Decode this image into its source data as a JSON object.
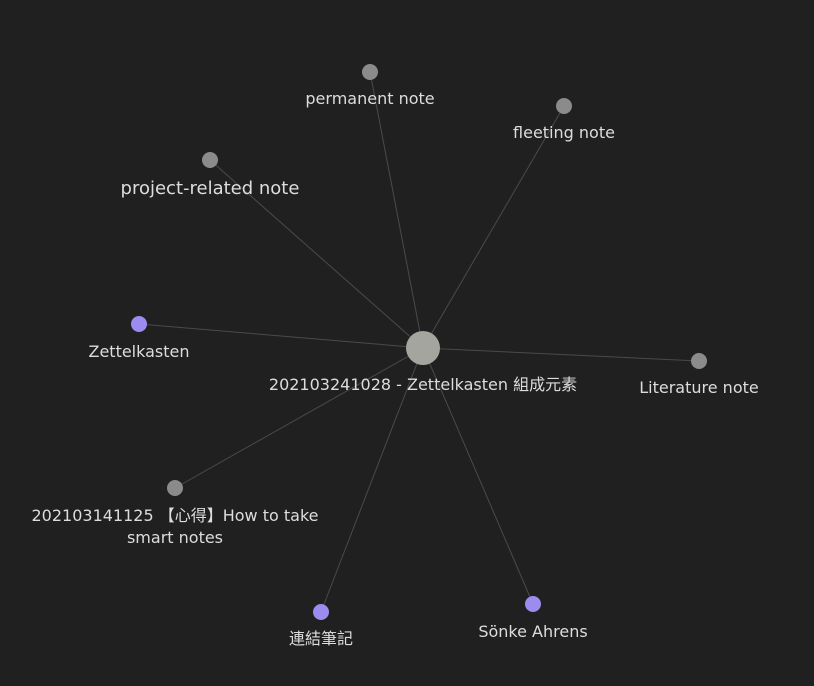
{
  "colors": {
    "background": "#202020",
    "edge": "#4a4a4a",
    "note_node": "#8b8b8b",
    "center_node": "#a5a5a0",
    "unresolved_node": "#9d8cf0",
    "label": "#dcddde"
  },
  "graph": {
    "center": {
      "label": "202103241028 - Zettelkasten 組成元素"
    },
    "nodes": [
      {
        "id": "permanent-note",
        "label_lines": [
          "permanent note"
        ],
        "kind": "note"
      },
      {
        "id": "fleeting-note",
        "label_lines": [
          "fleeting note"
        ],
        "kind": "note"
      },
      {
        "id": "project-related-note",
        "label_lines": [
          "project-related note"
        ],
        "kind": "note"
      },
      {
        "id": "zettelkasten",
        "label_lines": [
          "Zettelkasten"
        ],
        "kind": "unresolved"
      },
      {
        "id": "literature-note",
        "label_lines": [
          "Literature note"
        ],
        "kind": "note"
      },
      {
        "id": "how-to-take-smart-notes",
        "label_lines": [
          "202103141125 【心得】How to take",
          "smart notes"
        ],
        "kind": "note"
      },
      {
        "id": "lianjie-biji",
        "label_lines": [
          "連結筆記"
        ],
        "kind": "unresolved"
      },
      {
        "id": "sonke-ahrens",
        "label_lines": [
          "Sönke Ahrens"
        ],
        "kind": "unresolved"
      }
    ]
  }
}
